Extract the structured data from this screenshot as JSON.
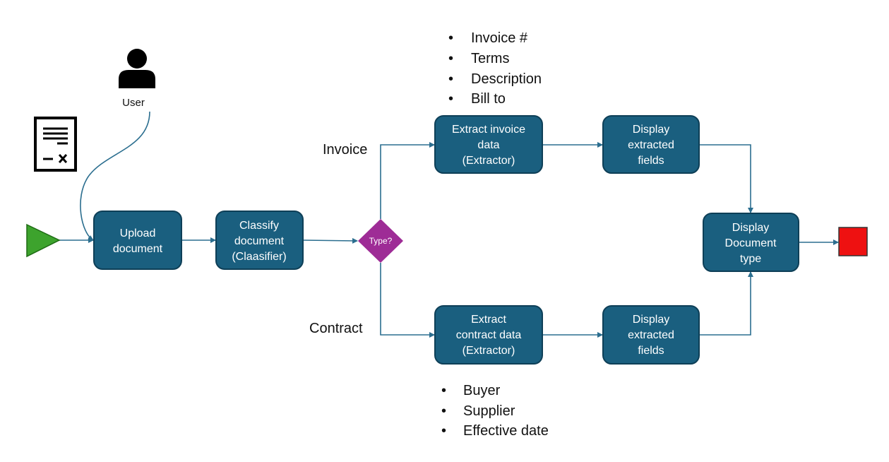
{
  "colors": {
    "process_fill": "#1a5f7f",
    "process_stroke": "#0e3f57",
    "edge": "#2b6e8f",
    "start": "#3da32d",
    "end": "#ee1111",
    "decision": "#9e2c96",
    "text_dark": "#111111"
  },
  "actor": {
    "label": "User",
    "icon": "person-icon"
  },
  "document_icon": "document-icon",
  "start_event": {
    "icon": "start-triangle"
  },
  "end_event": {
    "icon": "end-square"
  },
  "nodes": {
    "upload": {
      "lines": [
        "Upload",
        "document"
      ]
    },
    "classify": {
      "lines": [
        "Classify",
        "document",
        "(Claasifier)"
      ]
    },
    "decision": {
      "label": "Type?"
    },
    "extract_invoice": {
      "lines": [
        "Extract invoice",
        "data",
        "(Extractor)"
      ]
    },
    "display_invoice": {
      "lines": [
        "Display",
        "extracted",
        "fields"
      ]
    },
    "extract_contract": {
      "lines": [
        "Extract",
        "contract data",
        "(Extractor)"
      ]
    },
    "display_contract": {
      "lines": [
        "Display",
        "extracted",
        "fields"
      ]
    },
    "display_type": {
      "lines": [
        "Display",
        "Document",
        "type"
      ]
    }
  },
  "branch_labels": {
    "invoice": "Invoice",
    "contract": "Contract"
  },
  "invoice_fields": [
    "Invoice #",
    "Terms",
    "Description",
    "Bill to"
  ],
  "contract_fields": [
    "Buyer",
    "Supplier",
    "Effective date"
  ]
}
